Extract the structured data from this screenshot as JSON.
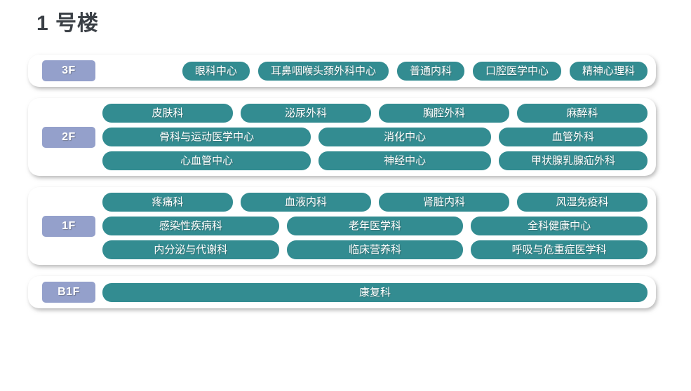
{
  "page": {
    "title": "1 号楼",
    "accent_teal": "#338c91",
    "badge_color": "#94a0cb",
    "card_background": "#ffffff",
    "title_color": "#3b4046"
  },
  "floors": [
    {
      "badge": "3F",
      "rows": [
        {
          "style": "auto",
          "departments": [
            "眼科中心",
            "耳鼻咽喉头颈外科中心",
            "普通内科",
            "口腔医学中心",
            "精神心理科"
          ]
        }
      ]
    },
    {
      "badge": "2F",
      "rows": [
        {
          "style": "even",
          "departments": [
            "皮肤科",
            "泌尿外科",
            "胸腔外科",
            "麻醉科"
          ]
        },
        {
          "style": "weighted",
          "weights": [
            "w-wide",
            "w-mid",
            "w-narrow"
          ],
          "departments": [
            "骨科与运动医学中心",
            "消化中心",
            "血管外科"
          ]
        },
        {
          "style": "weighted",
          "weights": [
            "w-wide",
            "w-mid",
            "w-narrow"
          ],
          "departments": [
            "心血管中心",
            "神经中心",
            "甲状腺乳腺疝外科"
          ]
        }
      ]
    },
    {
      "badge": "1F",
      "rows": [
        {
          "style": "even",
          "departments": [
            "疼痛科",
            "血液内科",
            "肾脏内科",
            "风湿免疫科"
          ]
        },
        {
          "style": "weighted",
          "weights": [
            "w-mid",
            "w-mid",
            "w-mid"
          ],
          "departments": [
            "感染性疾病科",
            "老年医学科",
            "全科健康中心"
          ]
        },
        {
          "style": "weighted",
          "weights": [
            "w-mid",
            "w-mid",
            "w-mid"
          ],
          "departments": [
            "内分泌与代谢科",
            "临床营养科",
            "呼吸与危重症医学科"
          ]
        }
      ]
    },
    {
      "badge": "B1F",
      "rows": [
        {
          "style": "single",
          "departments": [
            "康复科"
          ]
        }
      ]
    }
  ]
}
